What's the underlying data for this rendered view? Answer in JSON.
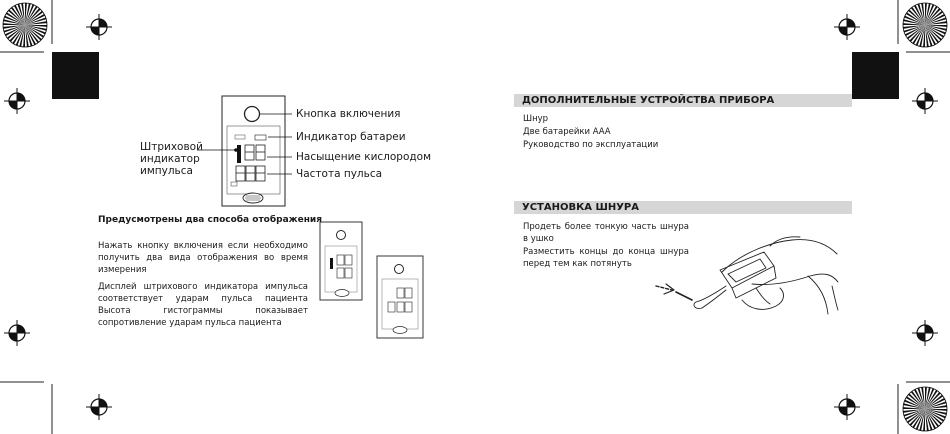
{
  "device_labels": {
    "power_button": "Кнопка включения",
    "battery": "Индикатор батареи",
    "oxygen": "Насыщение кислородом",
    "pulse_rate": "Частота пульса",
    "bar_indicator_line1": "Штриховой",
    "bar_indicator_line2": "индикатор",
    "bar_indicator_line3": "импульса"
  },
  "display_modes": {
    "title": "Предусмотрены два способа отображения",
    "paragraph1": "Нажать кнопку включения если необходимо получить два вида отображения во время измерения",
    "paragraph2": "Дисплей штрихового индикатора импульса соответствует ударам пульса пациента Высота гистограммы показывает сопротивление ударам пульса пациента"
  },
  "accessories": {
    "header": "ДОПОЛНИТЕЛЬНЫЕ УСТРОЙСТВА ПРИБОРА",
    "items": [
      "Шнур",
      "Две батарейки AAA",
      "Руководство по эксплуатации"
    ]
  },
  "cord": {
    "header": "УСТАНОВКА ШНУРА",
    "step1": "Продеть более тонкую часть шнура в ушко",
    "step2": "Разместить концы до конца шнура перед тем как потянуть"
  },
  "colors": {
    "header_bg": "#d6d6d6",
    "ink": "#1a1a1a",
    "crop_block": "#111111"
  }
}
